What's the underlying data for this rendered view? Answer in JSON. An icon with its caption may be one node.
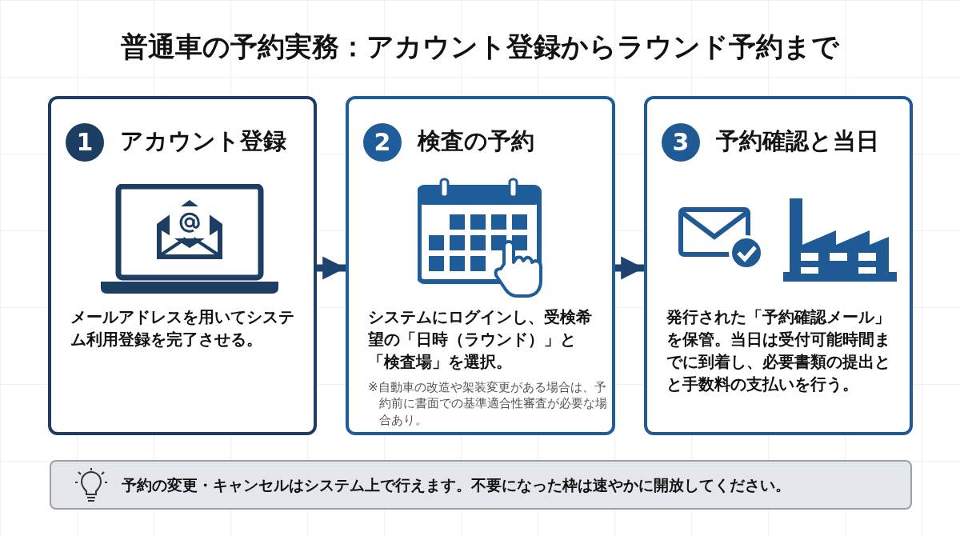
{
  "diagram": {
    "title": "普通車の予約実務：アカウント登録からラウンド予約まで",
    "nodes": [
      {
        "text": [
          "アカウント登録",
          "メールアドレスを用いてシステム利用登録を完了させる。"
        ]
      },
      {
        "text": [
          "1"
        ],
        "in": 0
      },
      {
        "text": [
          "検査の予約",
          "システムにログインし、受検希望の「日時（ラウンド）」と「検査場」を選択。",
          "※自動車の改造や架装変更がある場合は、予約前に書面での基準適合性審査が必要な場合あり。"
        ]
      },
      {
        "text": [
          "2"
        ],
        "in": 2
      },
      {
        "text": [
          "予約確認と当日",
          "発行された「予約確認メール」を保管。当日は受付可能時間までに到着し、必要書類の提出とと手数料の支払いを行う。"
        ]
      },
      {
        "text": [
          "3"
        ],
        "in": 4
      },
      {
        "text": [
          "予約の変更・キャンセルはシステム上で行えます。不要になった枠は速やかに開放してください。"
        ]
      }
    ],
    "edges": [
      {
        "from": 0,
        "to": 2,
        "arrow": "to"
      },
      {
        "from": 2,
        "to": 4,
        "arrow": "to"
      }
    ]
  }
}
